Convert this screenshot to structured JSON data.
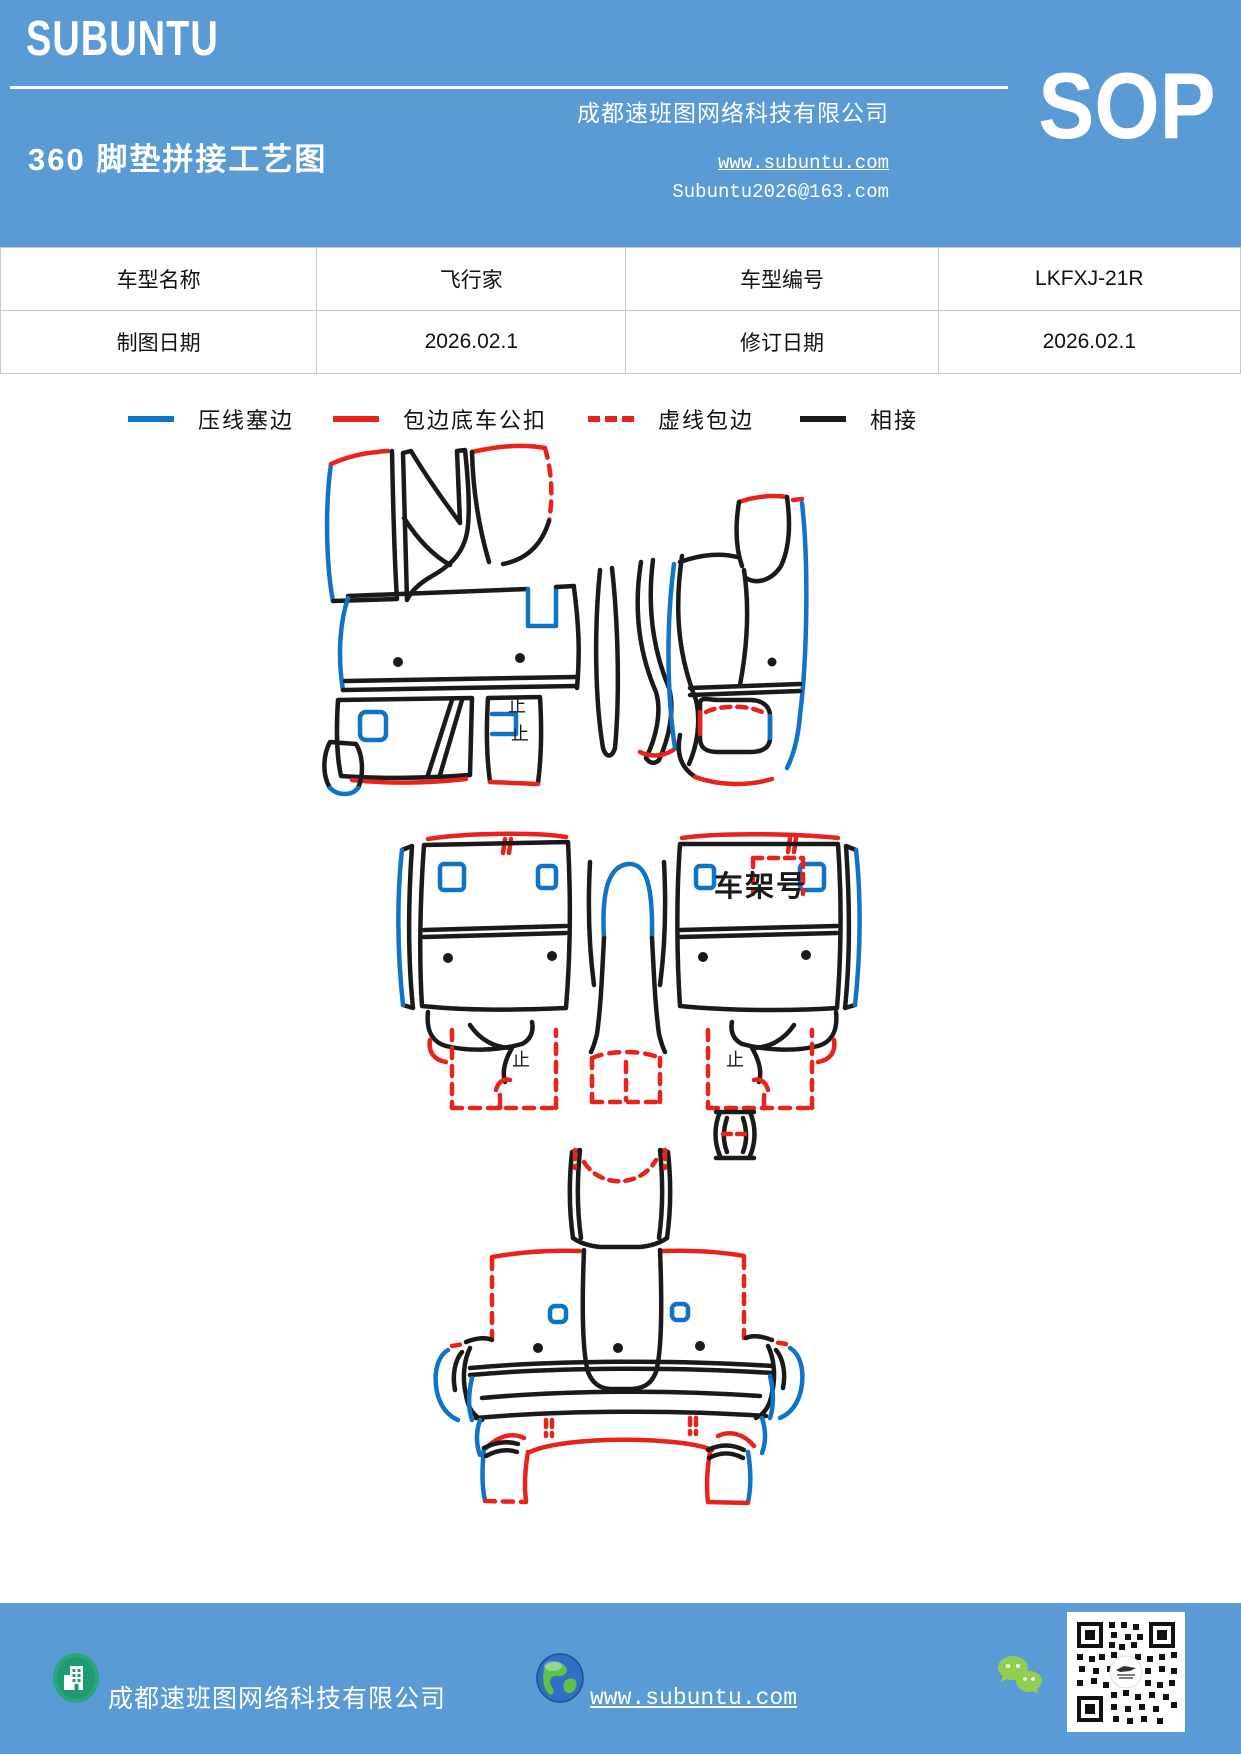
{
  "colors": {
    "header_bg": "#5b9bd5",
    "footer_bg": "#5b9bd5",
    "line_blue": "#0f74c8",
    "line_red": "#e8231c",
    "line_black": "#1a1a1a",
    "table_border": "#c9c9c9",
    "wechat_green": "#8fce52",
    "badge_teal": "#28a77c"
  },
  "header": {
    "brand": "SUBUNTU",
    "company": "成都速班图网络科技有限公司",
    "sop": "SOP",
    "title": "360 脚垫拼接工艺图",
    "website": "www.subuntu.com",
    "email": "Subuntu2026@163.com"
  },
  "info_table": {
    "rows": [
      [
        "车型名称",
        "飞行家",
        "车型编号",
        "LKFXJ-21R"
      ],
      [
        "制图日期",
        "2026.02.1",
        "修订日期",
        "2026.02.1"
      ]
    ]
  },
  "legend": {
    "items": [
      {
        "label": "压线塞边",
        "color": "#0f74c8",
        "style": "solid"
      },
      {
        "label": "包边底车公扣",
        "color": "#e8231c",
        "style": "solid"
      },
      {
        "label": "虚线包边",
        "color": "#e8231c",
        "style": "dashed"
      },
      {
        "label": "相接",
        "color": "#1a1a1a",
        "style": "solid"
      }
    ]
  },
  "diagram": {
    "chassis_label": "车架号",
    "stop_mark": "止"
  },
  "footer": {
    "company": "成都速班图网络科技有限公司",
    "website": "www.subuntu.com"
  }
}
